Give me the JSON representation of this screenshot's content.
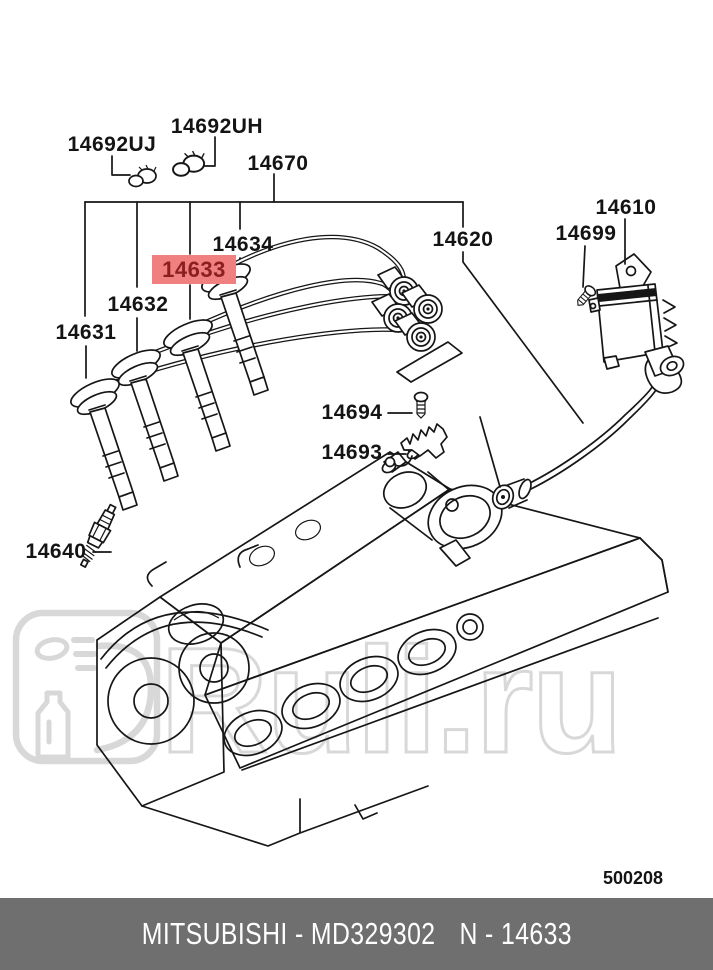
{
  "diagram": {
    "highlighted_part": "14633",
    "labels": {
      "p14692UJ": "14692UJ",
      "p14692UH": "14692UH",
      "p14670": "14670",
      "p14634": "14634",
      "p14633": "14633",
      "p14632": "14632",
      "p14631": "14631",
      "p14620": "14620",
      "p14699": "14699",
      "p14610": "14610",
      "p14694": "14694",
      "p14693": "14693",
      "p14640": "14640"
    },
    "plate_number": "500208",
    "highlight": {
      "bg": "#f08080",
      "text_color": "#8b1e1e"
    }
  },
  "watermark": {
    "text": "Ruli.ru",
    "color": "#d8d8d8",
    "logo": "ruli-logo"
  },
  "footer": {
    "left": "MITSUBISHI - MD329302",
    "right": "N - 14633",
    "bg": "#6f6f6f",
    "text_color": "#ffffff"
  }
}
